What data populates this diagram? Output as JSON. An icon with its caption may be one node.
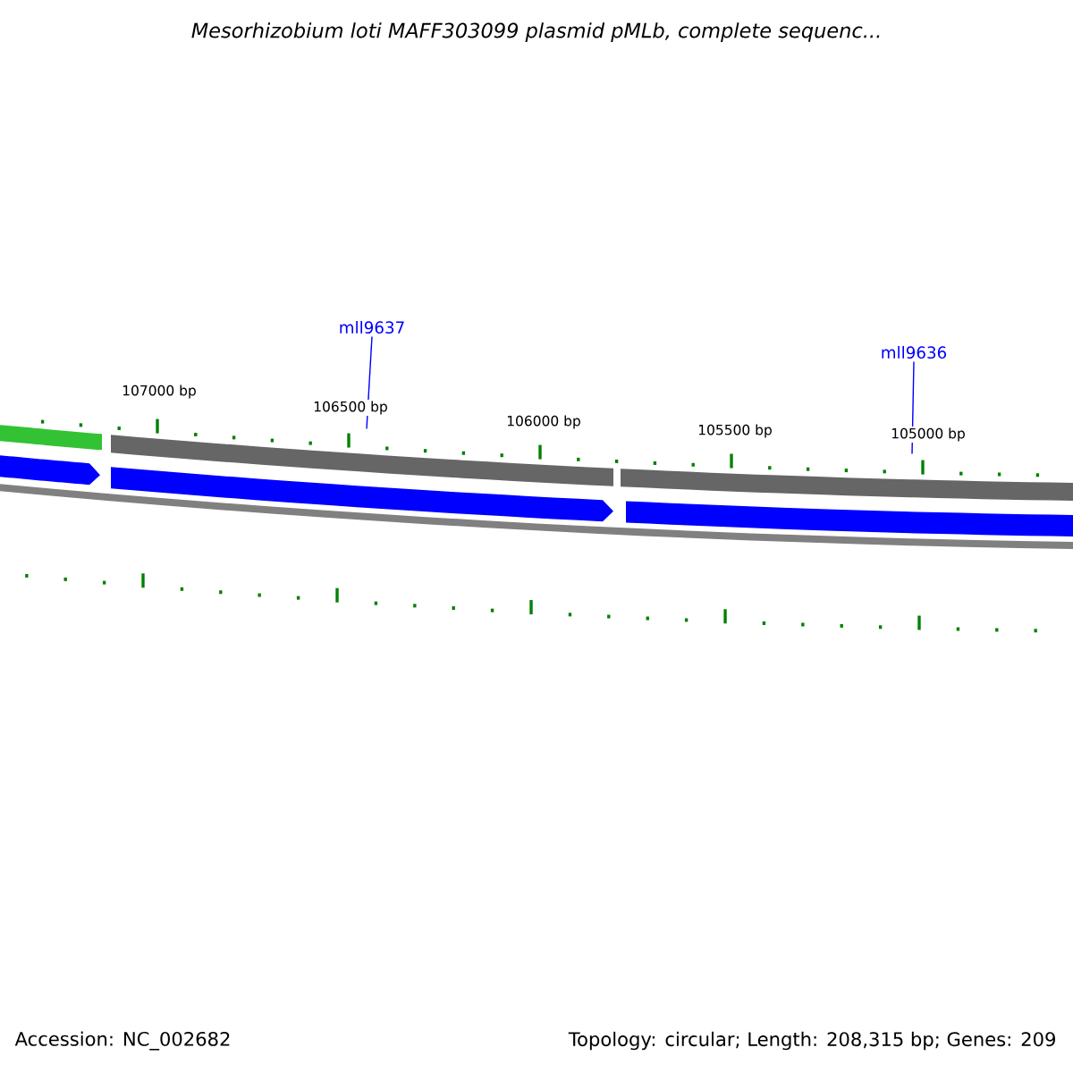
{
  "diagram": {
    "title": "Mesorhizobium loti MAFF303099 plasmid pMLb, complete sequenc...",
    "nodes": [
      {
        "text": [
          "mll9637"
        ]
      },
      {
        "text": [],
        "shape": "bar"
      },
      {
        "text": [
          "mll9636"
        ]
      },
      {
        "text": [],
        "shape": "bar"
      }
    ],
    "edges": [
      {
        "from": 0,
        "to": 1,
        "arrow": "none"
      },
      {
        "from": 2,
        "to": 3,
        "arrow": "none"
      }
    ],
    "labels": [
      "107000 bp",
      "106500 bp",
      "106000 bp",
      "105500 bp",
      "105000 bp",
      "Accession: NC_002682",
      "Topology: circular; Length: 208,315 bp; Genes: 209"
    ]
  }
}
